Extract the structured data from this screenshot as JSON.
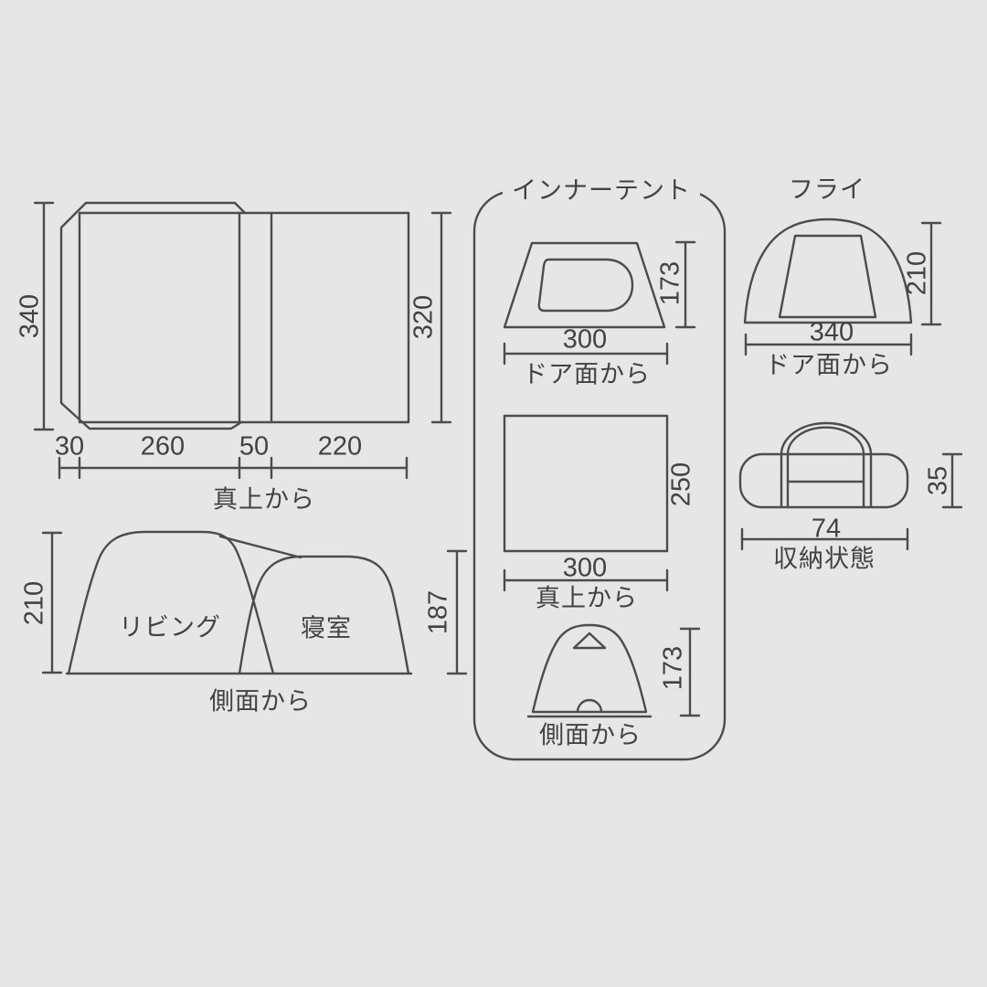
{
  "diagram": {
    "colors": {
      "background": "#e6e6e6",
      "line": "#4c4c4c",
      "text": "#424242"
    },
    "full_tent": {
      "top_view": {
        "label": "真上から",
        "segments": [
          "30",
          "260",
          "50",
          "220"
        ],
        "left_depth": "340",
        "right_depth": "320"
      },
      "side_view": {
        "label": "側面から",
        "living_height": "210",
        "bedroom_height": "187",
        "living_label": "リビング",
        "bedroom_label": "寝室"
      }
    },
    "inner_tent": {
      "title": "インナーテント",
      "door_view": {
        "label": "ドア面から",
        "width": "300",
        "height": "173"
      },
      "top_view": {
        "label": "真上から",
        "width": "300",
        "depth": "250"
      },
      "side_view": {
        "label": "側面から",
        "height": "173"
      }
    },
    "fly": {
      "title": "フライ",
      "door_view": {
        "label": "ドア面から",
        "width": "340",
        "height": "210"
      },
      "packed": {
        "label": "収納状態",
        "width": "74",
        "height": "35"
      }
    }
  }
}
